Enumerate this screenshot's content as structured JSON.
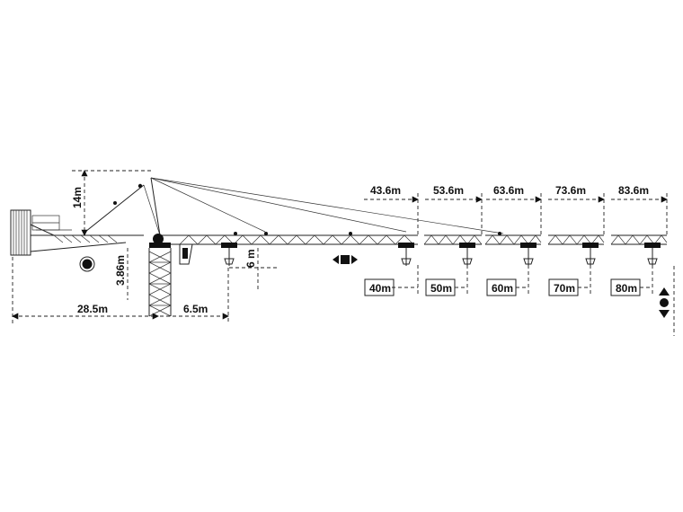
{
  "diagram": {
    "dimensions": {
      "counter_jib_length": "28.5m",
      "tower_offset": "6.5m",
      "tower_head_height": "14m",
      "jib_height": "3.86m",
      "hook_drop": "6 m"
    },
    "jib_lengths": [
      "43.6m",
      "53.6m",
      "63.6m",
      "73.6m",
      "83.6m"
    ],
    "hook_radius_labels": [
      "40m",
      "50m",
      "60m",
      "70m",
      "80m"
    ]
  },
  "icons": {
    "trolley_travel": "left-right-arrow-icon",
    "hoist_travel": "up-down-arrow-icon",
    "slewing": "rotation-icon"
  },
  "colors": {
    "line": "#222222",
    "background": "#ffffff"
  }
}
